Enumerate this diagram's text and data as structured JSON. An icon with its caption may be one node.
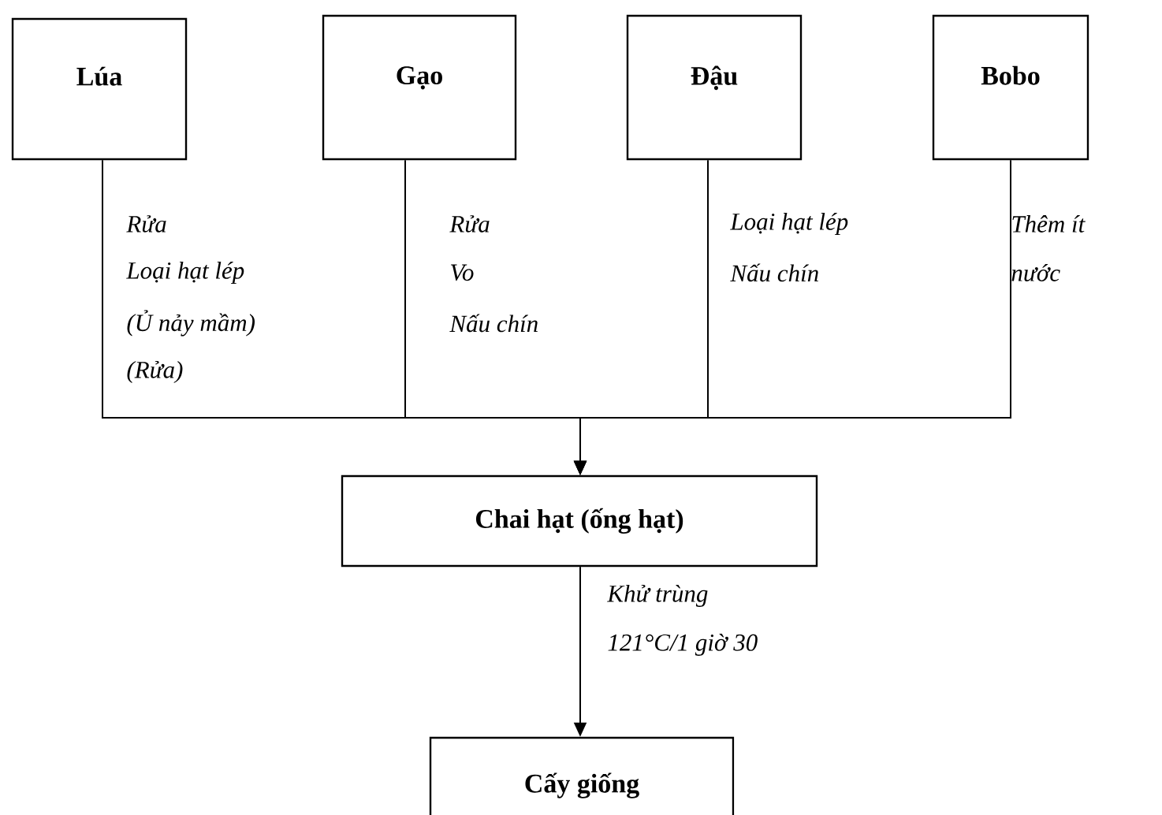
{
  "diagram": {
    "nodes": [
      {
        "text": [
          "Lúa"
        ]
      },
      {
        "text": [
          "Gạo"
        ]
      },
      {
        "text": [
          "Đậu"
        ]
      },
      {
        "text": [
          "Bobo"
        ]
      },
      {
        "text": [
          "Chai hạt (ống hạt)"
        ]
      },
      {
        "text": [
          "Cấy giống"
        ]
      }
    ],
    "edges": [
      {
        "from": 0,
        "to": 4,
        "arrow": "to"
      },
      {
        "from": 1,
        "to": 4,
        "arrow": "to"
      },
      {
        "from": 2,
        "to": 4,
        "arrow": "to"
      },
      {
        "from": 3,
        "to": 4,
        "arrow": "to"
      },
      {
        "from": 4,
        "to": 5,
        "arrow": "to"
      }
    ],
    "labels": [
      "Rửa",
      "Loại hạt lép",
      "(Ủ nảy mầm)",
      "(Rửa)",
      "Rửa",
      "Vo",
      "Nấu chín",
      "Loại hạt lép",
      "Nấu chín",
      "Thêm ít",
      "nước",
      "Khử trùng",
      "121°C/1 giờ 30"
    ]
  }
}
